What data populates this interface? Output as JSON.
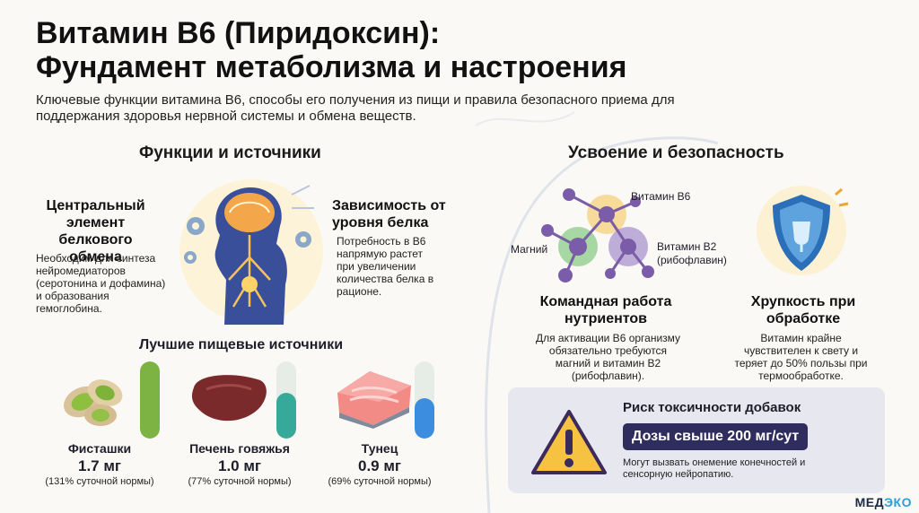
{
  "header": {
    "title_line1": "Витамин B6 (Пиридоксин):",
    "title_line2": "Фундамент метаболизма и настроения",
    "subtitle": "Ключевые функции витамина B6, способы его получения из пищи и правила безопасного приема для поддержания здоровья нервной системы и обмена веществ."
  },
  "left": {
    "heading": "Функции и источники",
    "block1": {
      "title": "Центральный элемент белкового обмена",
      "text": "Необходим для синтеза нейромедиаторов (серотонина и дофамина) и образования гемоглобина."
    },
    "block2": {
      "title": "Зависимость от уровня белка",
      "text": "Потребность в B6 напрямую растет при увеличении количества белка в рационе."
    },
    "sources_heading": "Лучшие пищевые источники",
    "sources": [
      {
        "name": "Фисташки",
        "amount": "1.7 мг",
        "note": "(131% суточной нормы)",
        "percent": 131,
        "color": "#7cb342"
      },
      {
        "name": "Печень говяжья",
        "amount": "1.0 мг",
        "note": "(77% суточной нормы)",
        "percent": 77,
        "color": "#36a99a"
      },
      {
        "name": "Тунец",
        "amount": "0.9 мг",
        "note": "(69% суточной нормы)",
        "percent": 69,
        "color": "#3c8de0"
      }
    ]
  },
  "right": {
    "heading": "Усвоение и безопасность",
    "molecule_labels": {
      "b6": "Витамин B6",
      "magnesium": "Магний",
      "b2": "Витамин B2 (рибофлавин)"
    },
    "block3": {
      "title": "Командная работа нутриентов",
      "text": "Для активации B6 организму обязательно требуются магний и витамин B2 (рибофлавин)."
    },
    "block4": {
      "title": "Хрупкость при обработке",
      "text": "Витамин крайне чувствителен к свету и теряет до 50% пользы при термообработке."
    },
    "risk": {
      "title": "Риск токсичности добавок",
      "dose": "Дозы свыше 200 мг/сут",
      "text": "Могут вызвать онемение конечностей и сенсорную нейропатию."
    }
  },
  "logo": {
    "part1": "МЕД",
    "part2": "ЭКО"
  },
  "colors": {
    "green": "#7cb342",
    "teal": "#36a99a",
    "blue": "#3c8de0",
    "navy": "#2f2c5e",
    "shield": "#2a6fb8"
  },
  "icons": [
    "brain-body-icon",
    "gear-icon",
    "pistachio-icon",
    "liver-icon",
    "tuna-icon",
    "molecule-icon",
    "shield-icon",
    "warning-icon"
  ]
}
